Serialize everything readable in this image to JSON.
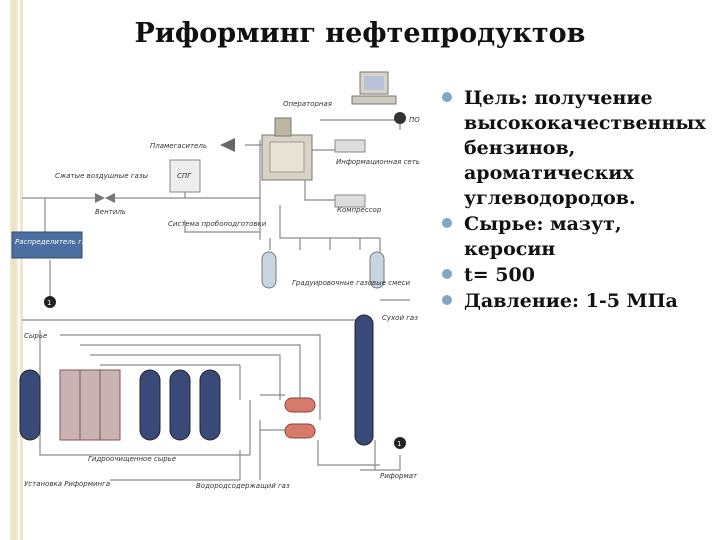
{
  "title": "Риформинг нефтепродуктов",
  "bullets": [
    {
      "lines": [
        "Цель: получение",
        "высококачественных",
        "бензинов,",
        "ароматических",
        "углеводородов."
      ]
    },
    {
      "lines": [
        "Сырье:  мазут,",
        "керосин"
      ]
    },
    {
      "lines": [
        "t= 500"
      ]
    },
    {
      "lines": [
        "Давление: 1-5 МПа"
      ]
    }
  ],
  "diagram_labels": {
    "operator": "Операторная",
    "po": "ПО",
    "flowmeter": "Пламегаситель",
    "info_net": "Информационная сеть",
    "cold_gas": "Сжатые воздушные газы",
    "spg": "СПГ",
    "valve": "Вентиль",
    "system": "Система пробоподготовки",
    "compressor": "Компрессор",
    "distributor": "Распределитель газов",
    "calibration": "Градуировочные газовые смеси",
    "dry_gas": "Сухой газ",
    "raw": "Сырье",
    "hydro": "Гидроочищенное сырье",
    "unit": "Установка Риформинга",
    "hydrogen": "Водородсодержащий газ",
    "reformat": "Риформат",
    "marker": "1"
  },
  "colors": {
    "bullet": "#7fa7c9",
    "reactor_fill": "#3a4a78",
    "pipe": "#888888"
  }
}
